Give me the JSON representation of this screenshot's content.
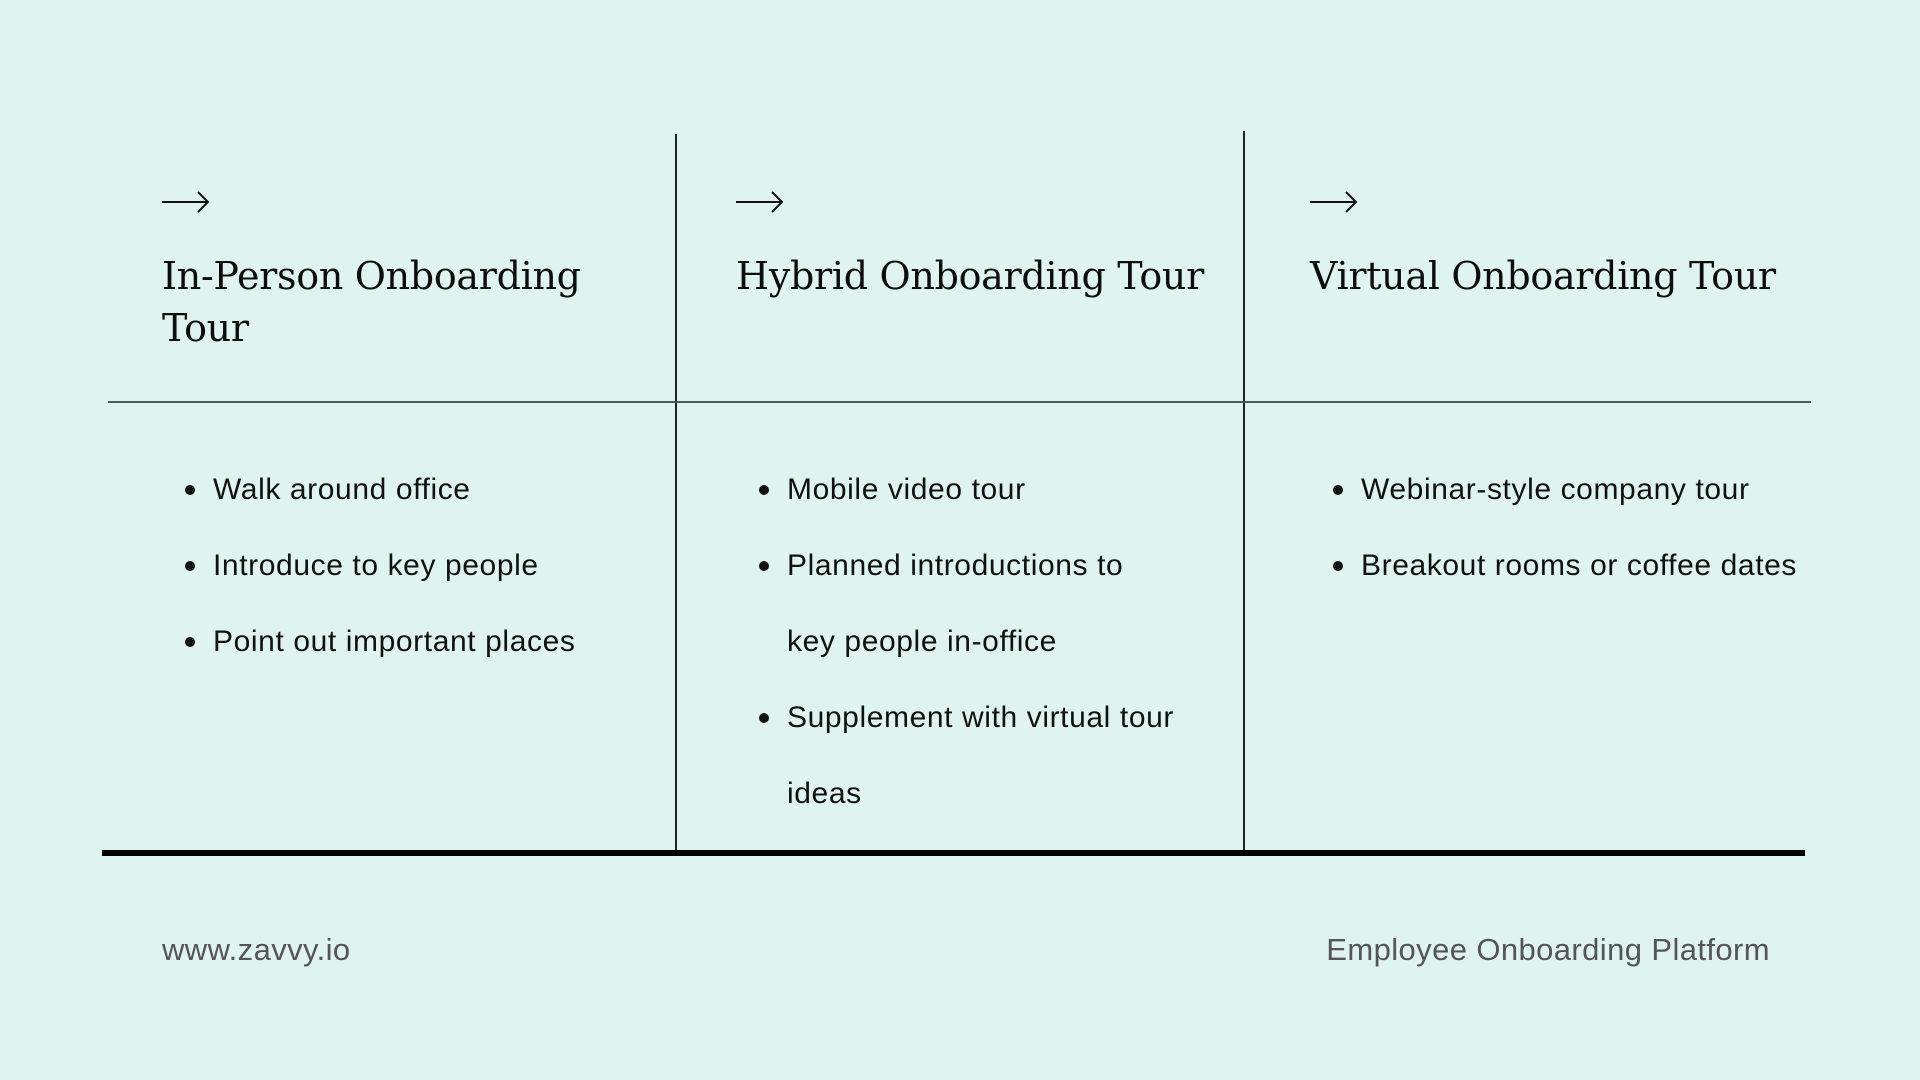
{
  "theme": {
    "background": "#dff3f1",
    "text": "#111111",
    "footer_text": "#555555",
    "rule_thick": "#000000",
    "rule_thin": "#4b5957"
  },
  "columns": [
    {
      "icon": "arrow-right-icon",
      "title": "In-Person Onboarding Tour",
      "items": [
        "Walk around office",
        "Introduce to key people",
        "Point out important places"
      ]
    },
    {
      "icon": "arrow-right-icon",
      "title": "Hybrid Onboarding Tour",
      "items": [
        "Mobile video tour",
        "Planned introductions to key people in-office",
        "Supplement with virtual tour ideas"
      ]
    },
    {
      "icon": "arrow-right-icon",
      "title": "Virtual Onboarding Tour",
      "items": [
        "Webinar-style company tour",
        "Breakout rooms or coffee dates"
      ]
    }
  ],
  "footer": {
    "website": "www.zavvy.io",
    "tagline": "Employee Onboarding Platform"
  }
}
